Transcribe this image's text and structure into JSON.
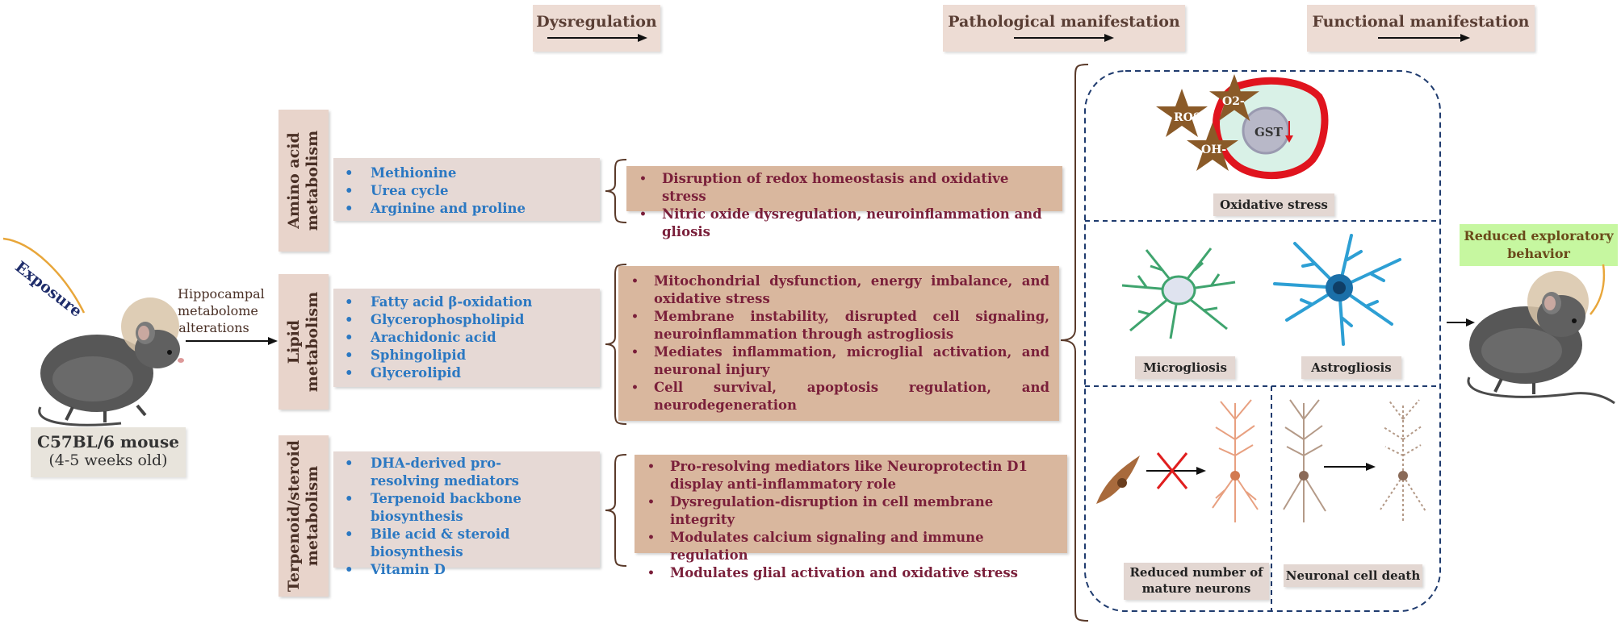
{
  "headers": {
    "dysregulation": "Dysregulation",
    "pathological": "Pathological manifestation",
    "functional": "Functional manifestation"
  },
  "left": {
    "exposure": "Exposure",
    "alterations": "Hippocampal metabolome alterations",
    "mouse_title": "C57BL/6 mouse",
    "mouse_age": "(4-5 weeks old)"
  },
  "categories": [
    {
      "label": "Amino acid metabolism",
      "metabolites": [
        "Methionine",
        "Urea cycle",
        "Arginine and proline"
      ],
      "effects": [
        "Disruption of redox homeostasis and oxidative stress",
        "Nitric oxide dysregulation, neuroinflammation and gliosis"
      ]
    },
    {
      "label": "Lipid metabolism",
      "metabolites": [
        "Fatty acid β-oxidation",
        "Glycerophospholipid",
        "Arachidonic acid",
        "Sphingolipid",
        "Glycerolipid"
      ],
      "effects": [
        "Mitochondrial dysfunction, energy imbalance, and oxidative stress",
        "Membrane instability, disrupted cell signaling, neuroinflammation through astrogliosis",
        "Mediates inflammation, microglial activation, and neuronal injury",
        "Cell survival, apoptosis regulation, and neurodegeneration"
      ]
    },
    {
      "label": "Terpenoid/steroid metabolism",
      "metabolites": [
        "DHA-derived pro-resolving mediators",
        "Terpenoid backbone biosynthesis",
        "Bile acid & steroid biosynthesis",
        "Vitamin D"
      ],
      "effects": [
        "Pro-resolving mediators like Neuroprotectin D1 display anti-inflammatory role",
        "Dysregulation-disruption in cell membrane integrity",
        "Modulates calcium signaling and immune regulation",
        "Modulates glial activation and oxidative stress"
      ]
    }
  ],
  "pathology": {
    "ros": "ROS",
    "o2": "O2-",
    "oh": "OH-",
    "gst": "GST",
    "oxidative_stress": "Oxidative stress",
    "microgliosis": "Microgliosis",
    "astrogliosis": "Astrogliosis",
    "reduced_neurons": "Reduced number of mature neurons",
    "neuronal_death": "Neuronal cell death"
  },
  "functional": {
    "reduced_behavior": "Reduced exploratory behavior"
  },
  "colors": {
    "header_bg": "#eddcd4",
    "category_bg": "#e8d4cb",
    "metabolite_text": "#2b78c2",
    "effect_bg": "#d9b79e",
    "effect_text": "#7a1f3a",
    "dashed_border": "#1f3b6e",
    "behavior_bg": "#c6f7a0",
    "exposure_text": "#1f2d6b",
    "exposure_arc": "#e8a63a"
  }
}
